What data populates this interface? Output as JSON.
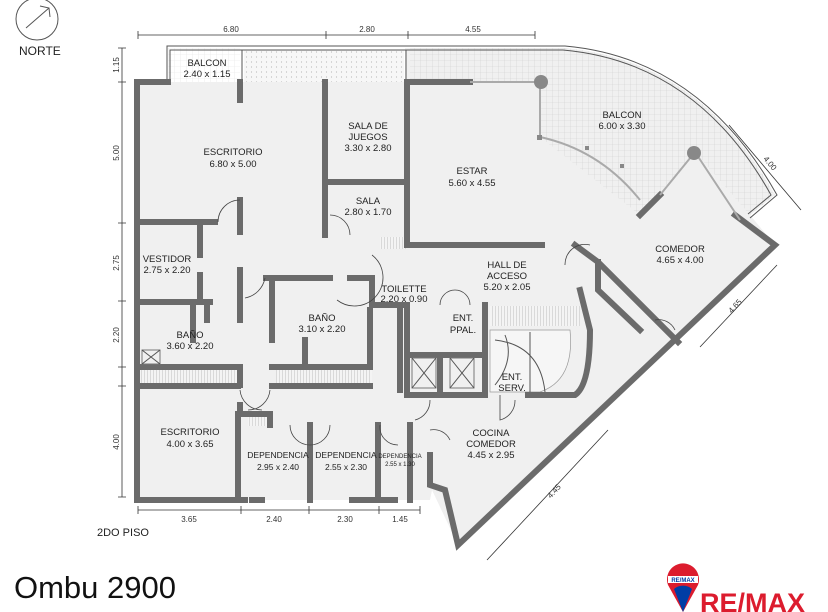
{
  "compass": {
    "label": "NORTE",
    "icon": "north-arrow-icon"
  },
  "floor_label": "2DO PISO",
  "title": "Ombu 2900",
  "logo": {
    "text": "RE/MAX",
    "balloon_text": "RE/MAX",
    "colors": {
      "red": "#dc1c2e",
      "blue": "#003da5"
    }
  },
  "rooms": [
    {
      "name": "BALCON",
      "size": "2.40 x 1.15"
    },
    {
      "name": "ESCRITORIO",
      "size": "6.80 x 5.00"
    },
    {
      "name": "SALA DE",
      "name2": "JUEGOS",
      "size": "3.30 x 2.80"
    },
    {
      "name": "SALA",
      "size": "2.80 x 1.70"
    },
    {
      "name": "ESTAR",
      "size": "5.60 x 4.55"
    },
    {
      "name": "BALCON",
      "size": "6.00 x 3.30"
    },
    {
      "name": "COMEDOR",
      "size": "4.65 x 4.00"
    },
    {
      "name": "VESTIDOR",
      "size": "2.75 x 2.20"
    },
    {
      "name": "HALL DE",
      "name2": "ACCESO",
      "size": "5.20 x 2.05"
    },
    {
      "name": "TOILETTE",
      "size": "2.20 x 0.90"
    },
    {
      "name": "ENT.",
      "name2": "PPAL."
    },
    {
      "name": "BAÑO",
      "size": "3.60 x 2.20"
    },
    {
      "name": "BAÑO",
      "size": "3.10 x 2.20"
    },
    {
      "name": "ENT.",
      "name2": "SERV."
    },
    {
      "name": "ESCRITORIO",
      "size": "4.00 x 3.65"
    },
    {
      "name": "DEPENDENCIA",
      "size": "2.95 x 2.40"
    },
    {
      "name": "DEPENDENCIA",
      "size": "2.55 x 2.30"
    },
    {
      "name": "DEPENDENCIA",
      "size": "2.55 x 1.30"
    },
    {
      "name": "COCINA",
      "name2": "COMEDOR",
      "size": "4.45 x 2.95"
    }
  ],
  "dimensions": {
    "top": [
      "6.80",
      "2.80",
      "4.55"
    ],
    "left": [
      "1.15",
      "5.00",
      "2.75",
      "2.20",
      "4.00"
    ],
    "bottom": [
      "3.65",
      "2.40",
      "2.30",
      "1.45"
    ],
    "diagonal": [
      "4.00",
      "4.65",
      "4.45"
    ]
  },
  "colors": {
    "wall": "#6b6b6b",
    "floor": "#f0f0f0"
  }
}
